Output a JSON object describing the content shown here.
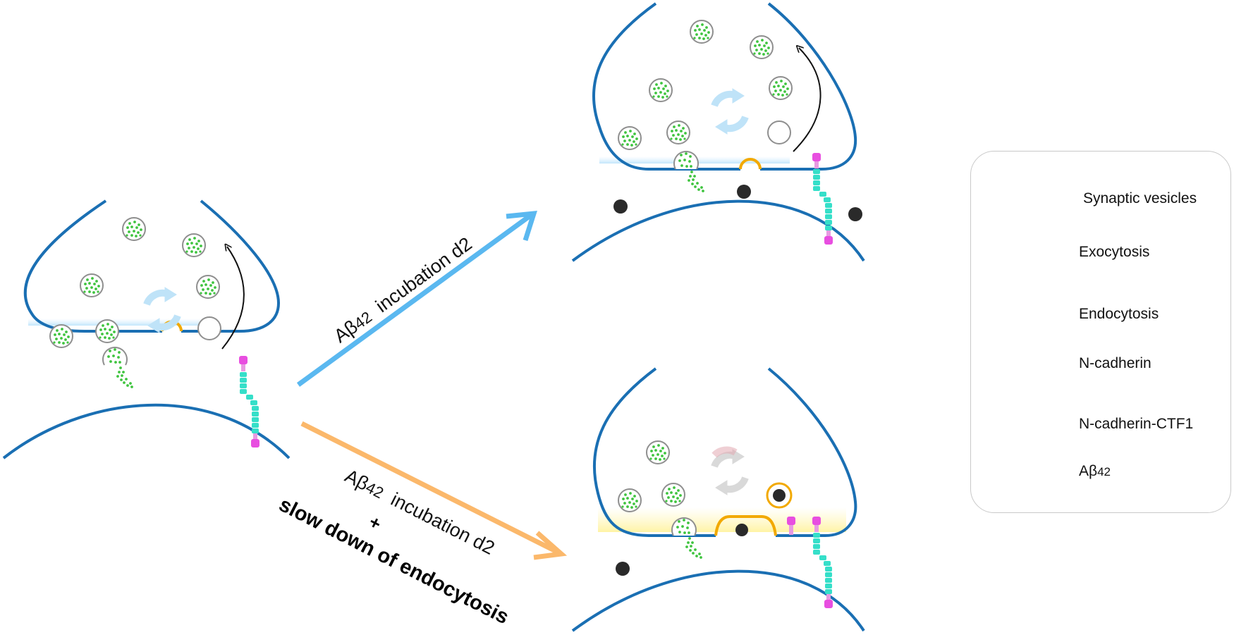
{
  "arrows": {
    "top": {
      "prefix": "Aβ",
      "subscript": "42",
      "suffix": "  incubation d2"
    },
    "bottom": {
      "prefix": "Aβ",
      "subscript": "42",
      "suffix": "  incubation d2",
      "plus": "+",
      "extra": "slow down of endocytosis"
    }
  },
  "legend": {
    "synaptic_vesicles": "Synaptic vesicles",
    "exocytosis": "Exocytosis",
    "endocytosis": "Endocytosis",
    "n_cadherin": "N-cadherin",
    "n_cadherin_ctf1": "N-cadherin-CTF1",
    "abeta_prefix": "Aβ",
    "abeta_subscript": "42"
  },
  "colors": {
    "membrane": "#1a6fb3",
    "vesicle_dots": "#3fc43f",
    "endocytosis_pit": "#f2a900",
    "n_cadherin_head": "#e84ee0",
    "n_cadherin_segments": "#35dfc9",
    "abeta": "#2a2a2a",
    "arrow_blue": "#5ab8f0",
    "arrow_orange": "#fbb86b",
    "cycle_blue": "#bfe3f8",
    "active_zone_yellow": "#fff3a8"
  }
}
